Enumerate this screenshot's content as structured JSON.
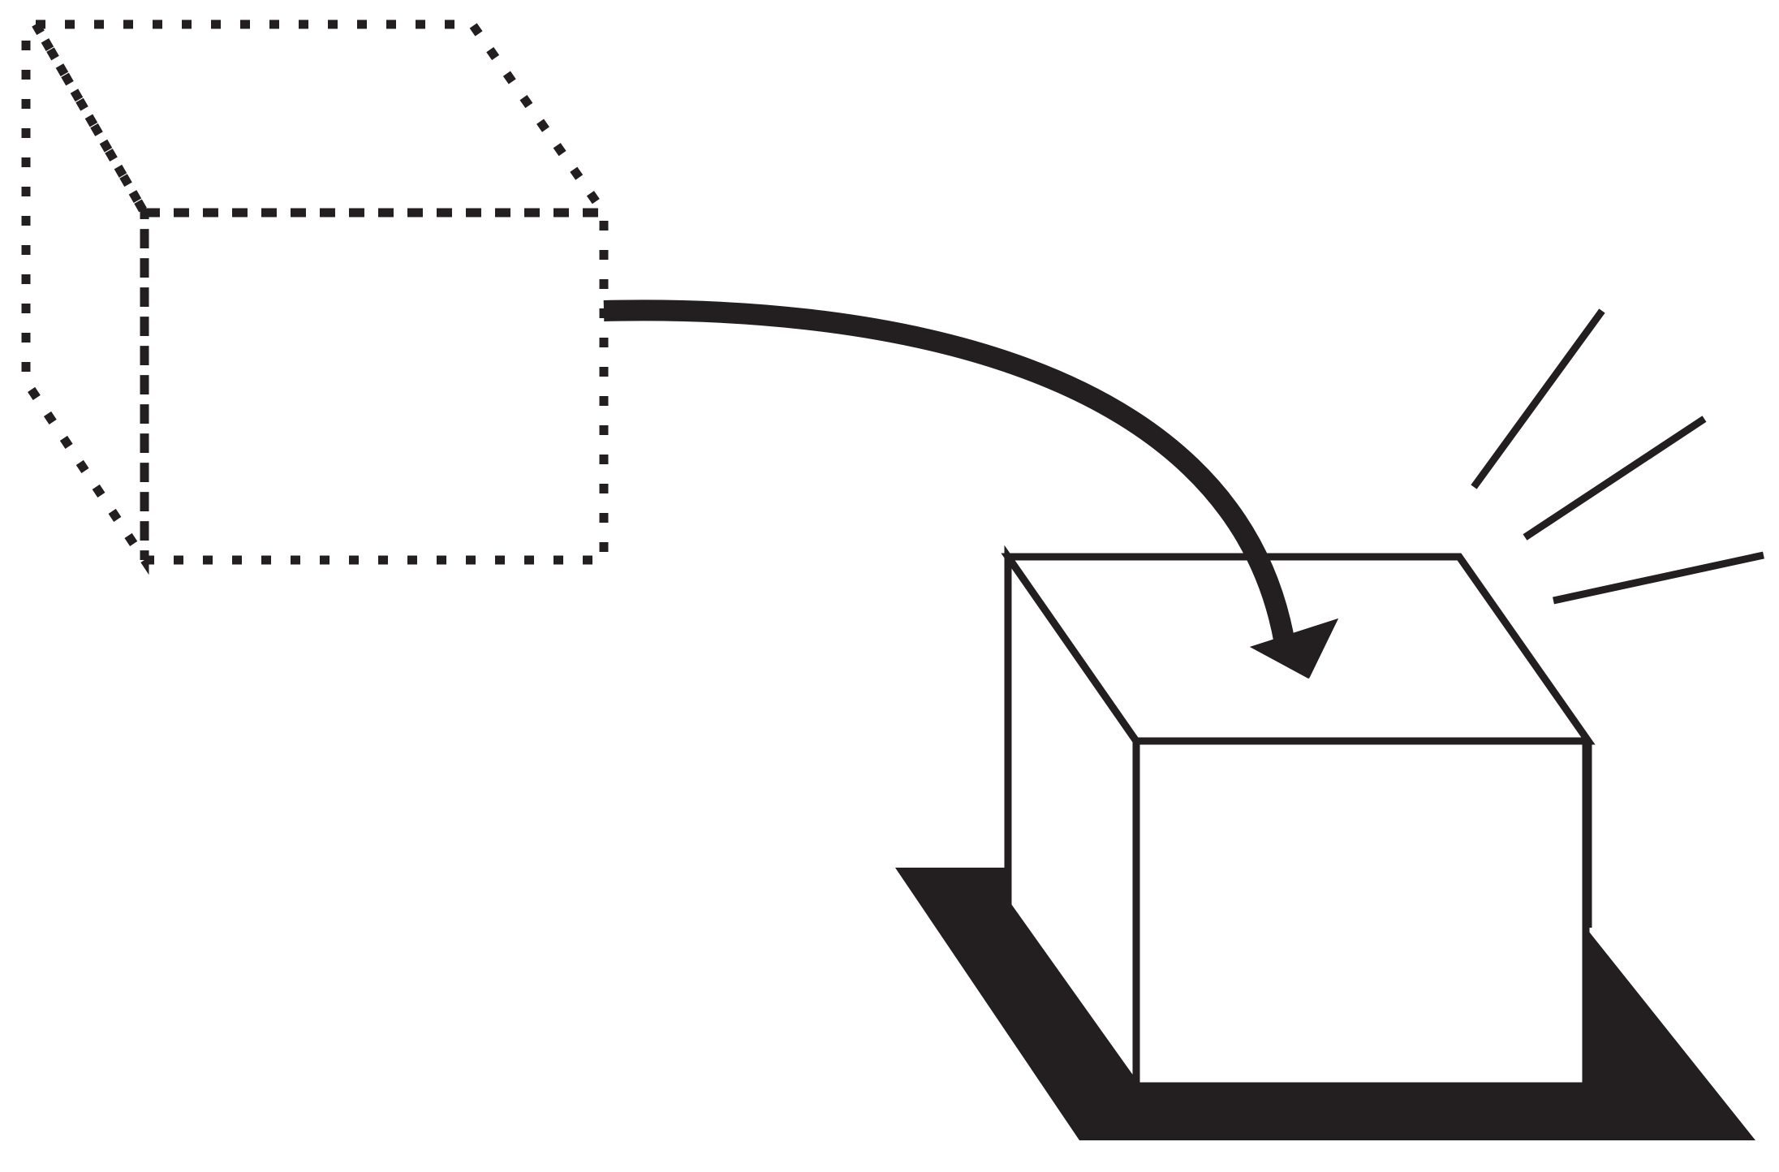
{
  "diagram": {
    "ink_color": "#231f20",
    "background_color": "#ffffff",
    "elements": [
      "ghost-box-dotted-outline",
      "curved-move-arrow",
      "placed-solid-box",
      "box-shadow",
      "impact-lines"
    ]
  }
}
